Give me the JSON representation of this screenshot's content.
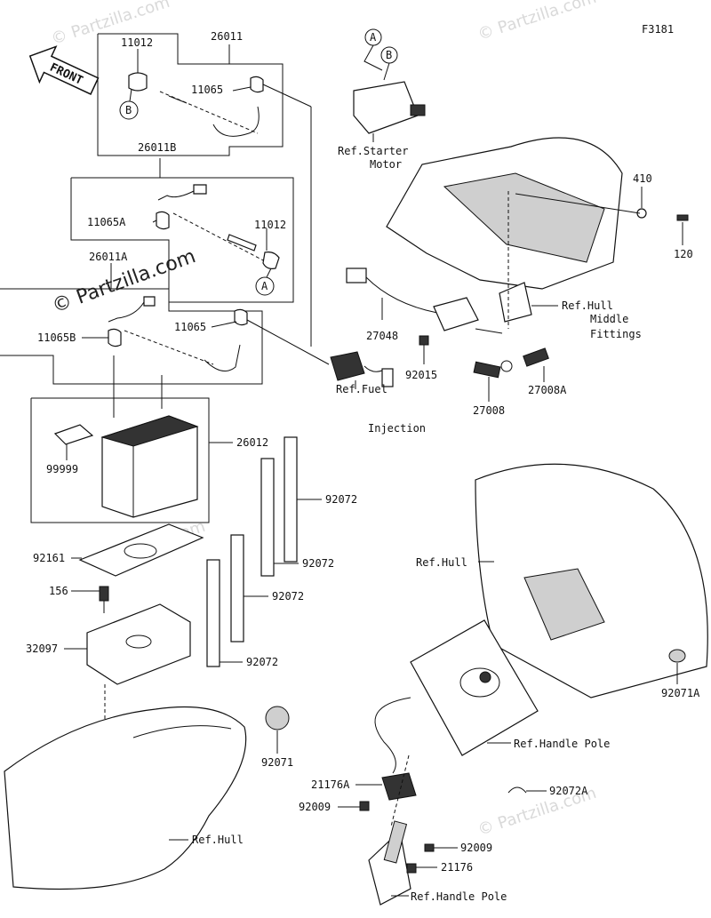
{
  "figure_code": "F3181",
  "front_label": "FRONT",
  "watermark_main": "© Partzilla.com",
  "watermark_faint": "© Partzilla.com",
  "circles": {
    "a": "A",
    "b": "B"
  },
  "labels": {
    "p26011": "26011",
    "p11012_top": "11012",
    "p11065_top": "11065",
    "p26011b": "26011B",
    "p11065a": "11065A",
    "p11012_mid": "11012",
    "p26011a": "26011A",
    "p11065_mid": "11065",
    "p11065b": "11065B",
    "p26012": "26012",
    "p99999": "99999",
    "p92072_1": "92072",
    "p92072_2": "92072",
    "p92072_3": "92072",
    "p92072_4": "92072",
    "p92161": "92161",
    "p156": "156",
    "p32097": "32097",
    "p92071": "92071",
    "ref_hull_bottom": "Ref.Hull",
    "ref_starter_1": "Ref.Starter",
    "ref_starter_2": "Motor",
    "p410": "410",
    "p120": "120",
    "ref_hull_mid_1": "Ref.Hull",
    "ref_hull_mid_2": "Middle",
    "ref_hull_mid_3": "Fittings",
    "p27048": "27048",
    "p92015": "92015",
    "p27008": "27008",
    "p27008a": "27008A",
    "ref_fuel_1": "Ref.Fuel",
    "ref_fuel_2": "Injection",
    "ref_hull_right": "Ref.Hull",
    "p92071a": "92071A",
    "ref_handle_pole_1": "Ref.Handle Pole",
    "p21176a": "21176A",
    "p92009_1": "92009",
    "p92072a": "92072A",
    "p92009_2": "92009",
    "p21176": "21176",
    "ref_handle_pole_2": "Ref.Handle Pole"
  }
}
